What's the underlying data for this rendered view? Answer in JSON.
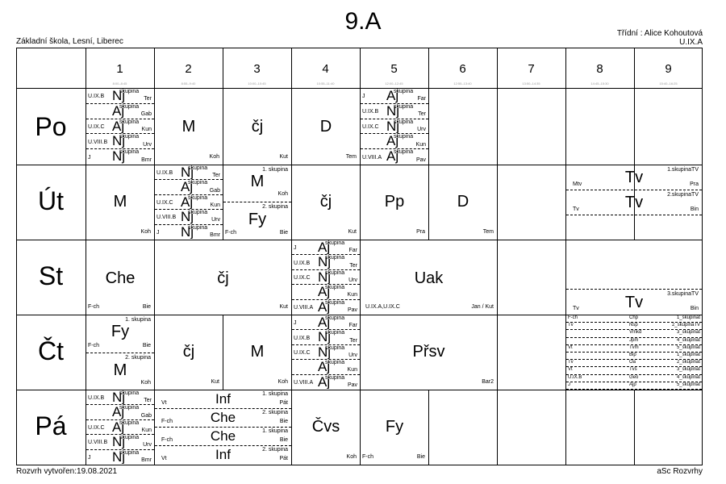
{
  "title": "9.A",
  "school": "Základní škola, Lesní, Liberec",
  "teacher_line": "Třídní : Alice Kohoutová",
  "class_code": "U.IX.A",
  "created": "Rozvrh vytvořen:19.08.2021",
  "software": "aSc Rozvrhy",
  "periods": [
    {
      "num": "1",
      "time": "8:00–8:45"
    },
    {
      "num": "2",
      "time": "8:55–9:40"
    },
    {
      "num": "3",
      "time": "10:00–10:45"
    },
    {
      "num": "4",
      "time": "10:55–11:40"
    },
    {
      "num": "5",
      "time": "12:00–12:45"
    },
    {
      "num": "6",
      "time": "12:55–13:40"
    },
    {
      "num": "7",
      "time": "13:50–14:35"
    },
    {
      "num": "8",
      "time": "14:45–15:30"
    },
    {
      "num": "9",
      "time": "15:40–16:25"
    }
  ],
  "days": [
    "Po",
    "Út",
    "St",
    "Čt",
    "Pá"
  ],
  "lessons": {
    "po_m": {
      "subject": "M",
      "room": "Koh"
    },
    "po_cj": {
      "subject": "čj",
      "room": "Kut"
    },
    "po_d": {
      "subject": "D",
      "room": "Tem"
    },
    "ut_m1": {
      "subject": "M",
      "room": "Koh"
    },
    "ut_m3": {
      "subject": "M",
      "group": "1. skupina",
      "room": "Koh"
    },
    "ut_fy3": {
      "subject": "Fy",
      "group": "2. skupina",
      "left": "F-ch",
      "room": "Bie"
    },
    "ut_cj": {
      "subject": "čj",
      "room": "Kut"
    },
    "ut_pp": {
      "subject": "Pp",
      "room": "Pra"
    },
    "ut_d": {
      "subject": "D",
      "room": "Tem"
    },
    "ut_tv_a": {
      "subject": "Tv",
      "left": "Mtv",
      "group": "1.skupinaTV",
      "room": "Pra"
    },
    "ut_tv_b": {
      "subject": "Tv",
      "left": "Tv",
      "group": "2.skupinaTV",
      "room": "Bin"
    },
    "st_che": {
      "subject": "Che",
      "left": "F-ch",
      "room": "Bie"
    },
    "st_cj": {
      "subject": "čj",
      "room": "Kut"
    },
    "st_uak": {
      "subject": "Uak",
      "left": "U.IX.A,U.IX.C",
      "room": "Jan / Kut"
    },
    "st_tv": {
      "subject": "Tv",
      "left": "Tv",
      "group": "3.skupinaTV",
      "room": "Bin"
    },
    "ct_fy": {
      "subject": "Fy",
      "group": "1. skupina",
      "left": "F-ch",
      "room": "Bie"
    },
    "ct_m1": {
      "subject": "M",
      "group": "2. skupina",
      "room": "Koh"
    },
    "ct_cj": {
      "subject": "čj",
      "room": "Kut"
    },
    "ct_m3": {
      "subject": "M",
      "room": "Koh"
    },
    "ct_prsv": {
      "subject": "Přsv",
      "room": "Bar2"
    },
    "pa_inf_a": {
      "subject": "Inf",
      "left": "Vt",
      "group": "1. skupina",
      "room": "Pát"
    },
    "pa_che_a": {
      "subject": "Che",
      "left": "F-ch",
      "group": "2. skupina",
      "room": "Bie"
    },
    "pa_che_b": {
      "subject": "Che",
      "left": "F-ch",
      "group": "1. skupina",
      "room": "Bie"
    },
    "pa_inf_b": {
      "subject": "Inf",
      "left": "Vt",
      "group": "2. skupina",
      "room": "Pát"
    },
    "pa_cvs": {
      "subject": "Čvs",
      "room": "Koh"
    },
    "pa_fy": {
      "subject": "Fy",
      "left": "F-ch",
      "room": "Bie"
    }
  },
  "lang_cells": {
    "A": [
      {
        "grp": "U.IX.B",
        "subj": "Nj",
        "sk": "skupina",
        "rm": "Ter"
      },
      {
        "grp": "",
        "subj": "Aj",
        "sk": "skupina",
        "rm": "Gab"
      },
      {
        "grp": "U.IX.C",
        "subj": "Aj",
        "sk": "skupina",
        "rm": "Kun"
      },
      {
        "grp": "U.VIII.B",
        "subj": "Nj",
        "sk": "skupina",
        "rm": "Urv"
      },
      {
        "grp": "J",
        "subj": "Nj",
        "sk": "skupina",
        "rm": "Bmr"
      }
    ],
    "B": [
      {
        "grp": "J",
        "subj": "Aj",
        "sk": "skupina",
        "rm": "Far"
      },
      {
        "grp": "U.IX.B",
        "subj": "Nj",
        "sk": "skupina",
        "rm": "Ter"
      },
      {
        "grp": "U.IX.C",
        "subj": "Nj",
        "sk": "skupina",
        "rm": "Urv"
      },
      {
        "grp": "",
        "subj": "Aj",
        "sk": "skupina",
        "rm": "Kun"
      },
      {
        "grp": "U.VIII.A",
        "subj": "Aj",
        "sk": "skupina",
        "rm": "Pav"
      }
    ]
  },
  "thu_dense": [
    {
      "l": "F-ch",
      "m": "Chp",
      "r": "1_skupinat"
    },
    {
      "l": "Tv",
      "m": "Nsp",
      "r": "2_skupinaTV"
    },
    {
      "l": "",
      "m": "Vmkd",
      "r": "3_skupinat"
    },
    {
      "l": "",
      "m": "Jpm",
      "r": "4_skupinat"
    },
    {
      "l": "Vt",
      "m": "Tvm",
      "r": "5_skupinat"
    },
    {
      "l": "",
      "m": "Bip",
      "r": "1_skupinat"
    },
    {
      "l": "Tv",
      "m": "Oa",
      "r": "2_skupinat"
    },
    {
      "l": "Vt",
      "m": "Tvs",
      "r": "3_skupinat"
    },
    {
      "l": "U.IX.B",
      "m": "Geo",
      "r": "4_skupinat"
    },
    {
      "l": "J",
      "m": "Ajp",
      "r": "5_skupinat"
    }
  ]
}
